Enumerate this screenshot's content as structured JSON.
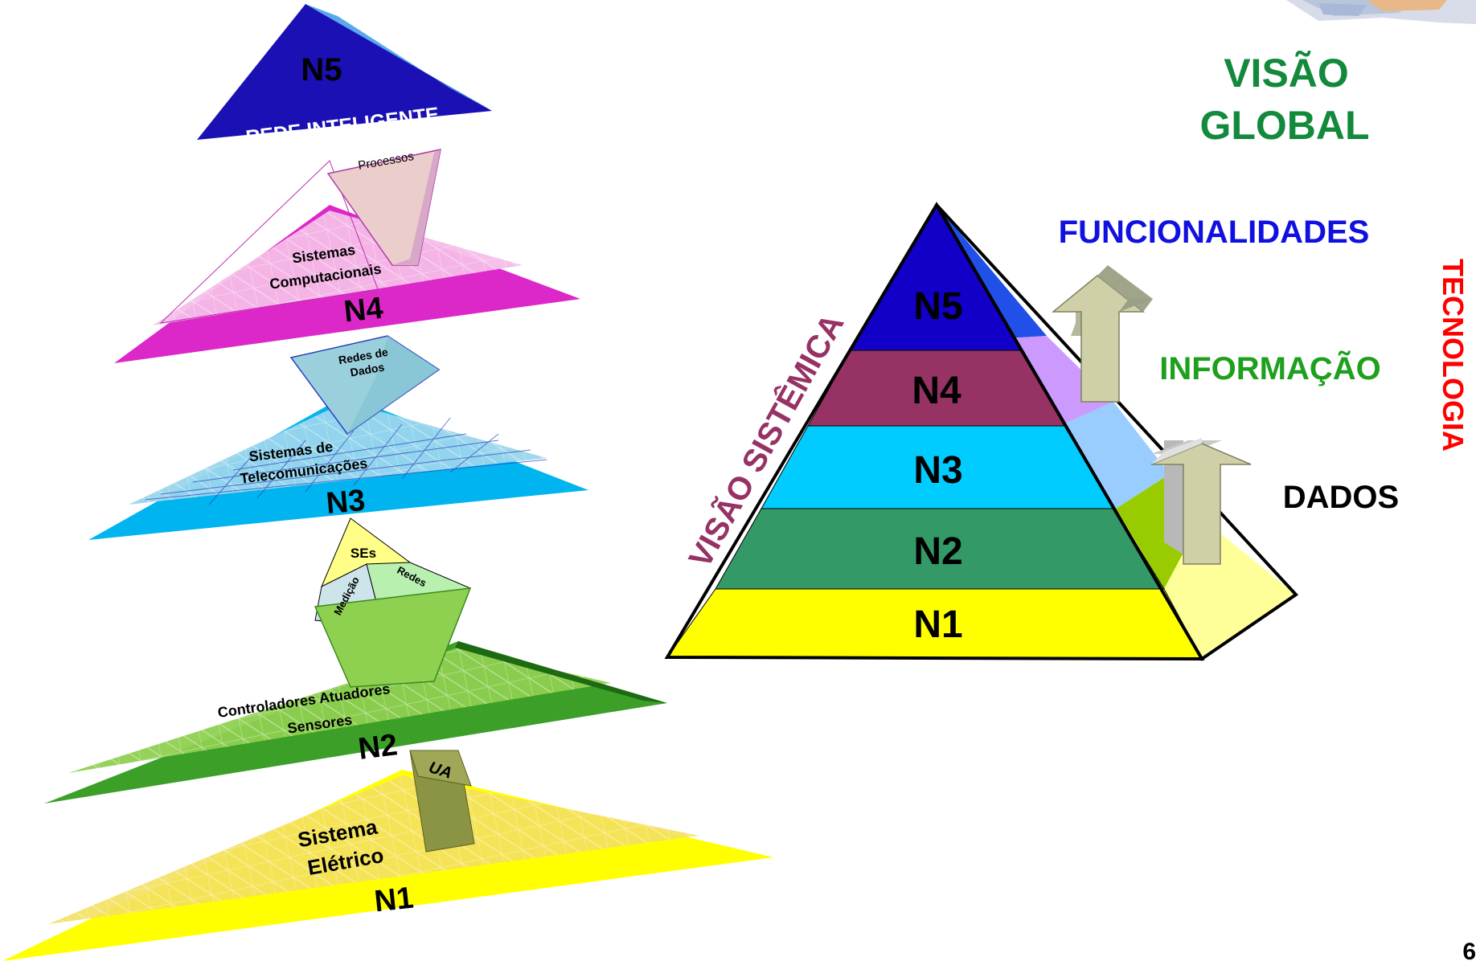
{
  "layers": {
    "n5": {
      "level": "N5",
      "name": "REDE INTELIGENTE"
    },
    "n4": {
      "level": "N4",
      "name_line1": "Sistemas",
      "name_line2": "Computacionais",
      "box": "Processos"
    },
    "n3": {
      "level": "N3",
      "name_line1": "Sistemas de",
      "name_line2": "Telecomunicações",
      "box_line1": "Redes de",
      "box_line2": "Dados"
    },
    "n2": {
      "level": "N2",
      "name_line1": "Controladores Atuadores",
      "name_line2": "Sensores",
      "box_ses": "SEs",
      "box_medicao": "Medição",
      "box_redes": "Redes"
    },
    "n1": {
      "level": "N1",
      "name_line1": "Sistema",
      "name_line2": "Elétrico",
      "box": "UA"
    }
  },
  "pyramid": {
    "side_label": "VISÃO SISTÊMICA",
    "levels": [
      "N5",
      "N4",
      "N3",
      "N2",
      "N1"
    ]
  },
  "right_labels": {
    "title_line1": "VISÃO",
    "title_line2": "GLOBAL",
    "funcionalidades": "FUNCIONALIDADES",
    "informacao": "INFORMAÇÃO",
    "dados": "DADOS",
    "tecnologia": "TECNOLOGIA"
  },
  "page_number": "6",
  "colors": {
    "n5": "#1a10b4",
    "n4": "#dc28c8",
    "n3": "#00b4f0",
    "n2": "#3ca028",
    "n1": "#ffff00",
    "pyr_n5": "#1200c8",
    "pyr_n4": "#963264",
    "pyr_n3": "#00ccff",
    "pyr_n2": "#339966",
    "pyr_n1": "#ffff00",
    "title_green": "#13893c",
    "funcionalidades_blue": "#1010e0",
    "informacao_green": "#1ea01e",
    "tecnologia_red": "#ff0000",
    "visao_sistemica": "#963264"
  }
}
